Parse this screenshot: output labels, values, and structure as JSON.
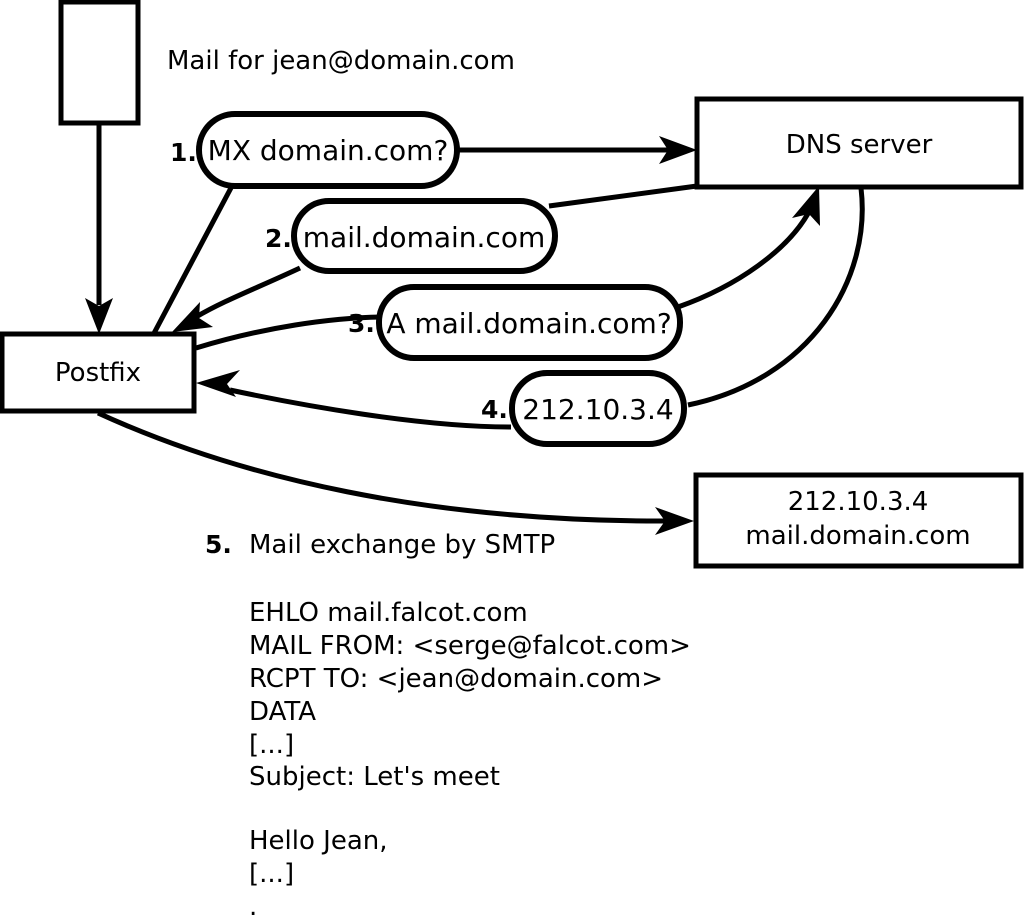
{
  "diagram": {
    "title_note": "Mail for jean@domain.com",
    "nodes": {
      "source_box": {
        "label": ""
      },
      "postfix": {
        "label": "Postfix"
      },
      "dns_server": {
        "label": "DNS server"
      },
      "mail_server": {
        "line1": "212.10.3.4",
        "line2": "mail.domain.com"
      }
    },
    "steps": [
      {
        "number": "1.",
        "label": "MX domain.com?"
      },
      {
        "number": "2.",
        "label": "mail.domain.com"
      },
      {
        "number": "3.",
        "label": "A mail.domain.com?"
      },
      {
        "number": "4.",
        "label": "212.10.3.4"
      },
      {
        "number": "5.",
        "label": "Mail exchange by SMTP"
      }
    ],
    "smtp_transcript": [
      "EHLO mail.falcot.com",
      "MAIL FROM: <serge@falcot.com>",
      "RCPT TO: <jean@domain.com>",
      "DATA",
      "[...]",
      "Subject: Let's meet",
      "",
      "Hello Jean,",
      "[...]",
      "."
    ],
    "colors": {
      "stroke": "#000000",
      "fill": "#ffffff",
      "text": "#000000"
    }
  }
}
